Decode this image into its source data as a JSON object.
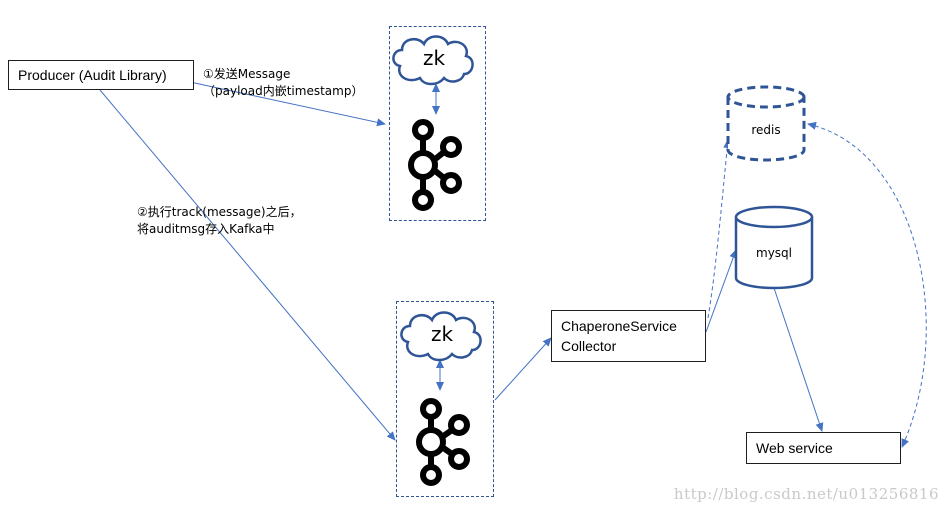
{
  "nodes": {
    "producer": "Producer (Audit Library)",
    "zk_top": "zk",
    "zk_bottom": "zk",
    "collector_line1": "ChaperoneService",
    "collector_line2": "Collector",
    "redis": "redis",
    "mysql": "mysql",
    "web_service": "Web service"
  },
  "edges": {
    "step1_line1": "①发送Message",
    "step1_line2": "（payload内嵌timestamp）",
    "step2_line1": "②执行track(message)之后，",
    "step2_line2": "将auditmsg存入Kafka中"
  },
  "icons": {
    "kafka": "kafka-logo-icon",
    "zookeeper": "cloud-icon",
    "redis": "database-cylinder-icon",
    "mysql": "database-cylinder-icon"
  },
  "colors": {
    "arrow": "#4472c4",
    "dashed_border": "#2f5597",
    "watermark": "#c9c9c9"
  },
  "watermark": "http://blog.csdn.net/u013256816"
}
